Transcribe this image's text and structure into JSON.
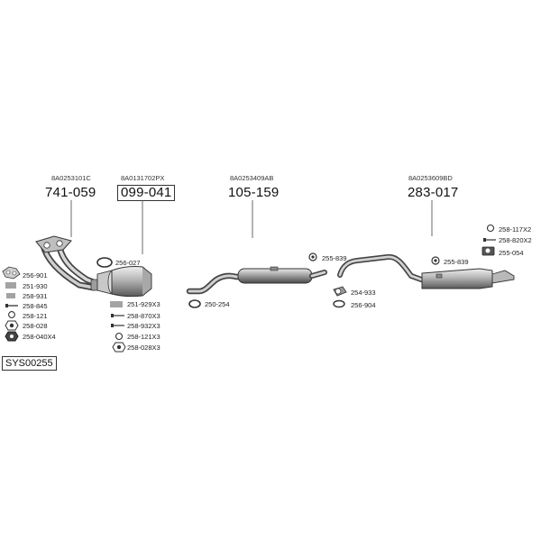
{
  "system_code": "SYS00255",
  "sections": [
    {
      "oem": "8A0253101C",
      "part": "741-059"
    },
    {
      "oem": "8A0131702PX",
      "part": "099-041"
    },
    {
      "oem": "8A0253409AB",
      "part": "105-159"
    },
    {
      "oem": "8A0253609BD",
      "part": "283-017"
    }
  ],
  "accessories": {
    "left": [
      "256-901",
      "251-930",
      "258-931",
      "258-845",
      "258-121",
      "258-028",
      "258-040X4"
    ],
    "cat": [
      "256-027",
      "251-929X3",
      "258-870X3",
      "258-932X3",
      "258-121X3",
      "258-028X3"
    ],
    "mid": [
      "250-254",
      "255-839",
      "254-933",
      "256-904"
    ],
    "rear": [
      "255-839",
      "258-117X2",
      "258-820X2",
      "255-054"
    ]
  }
}
